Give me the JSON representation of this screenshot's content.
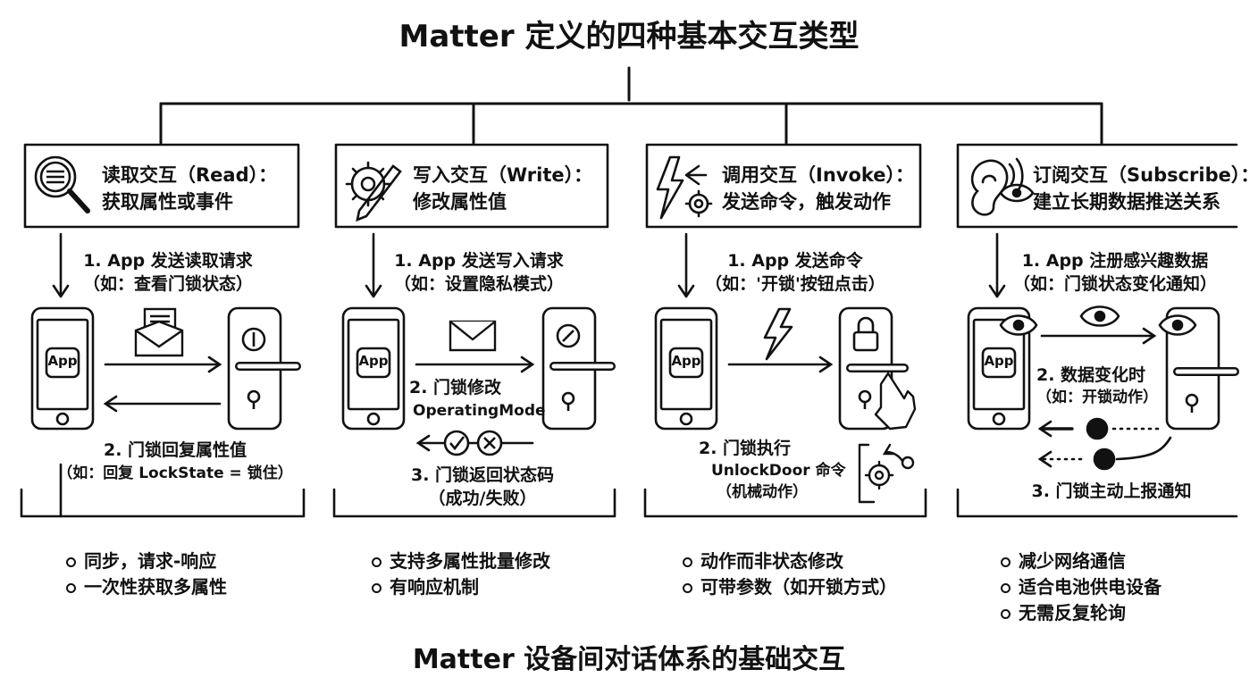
{
  "title": "Matter 定义的四种基本交互类型",
  "footer": "Matter 设备间对话体系的基础交互",
  "app_label": "App",
  "panels": [
    {
      "heading_line1": "读取交互（Read）：",
      "heading_line2": "获取属性或事件",
      "icon": "magnifier-list-icon",
      "step1_line1": "1. App 发送读取请求",
      "step1_line2": "（如：查看门锁状态）",
      "step2_line1": "2. 门锁回复属性值",
      "step2_line2": "（如：回复 LockState = 锁住）",
      "bullets": [
        "同步，请求-响应",
        "一次性获取多属性"
      ]
    },
    {
      "heading_line1": "写入交互（Write）：",
      "heading_line2": "修改属性值",
      "icon": "gear-pencil-icon",
      "step1_line1": "1. App 发送写入请求",
      "step1_line2": "（如：设置隐私模式）",
      "step2_line1": "2. 门锁修改",
      "step2_line2": "OperatingMode",
      "step3_line1": "3. 门锁返回状态码",
      "step3_line2": "（成功/失败）",
      "bullets": [
        "支持多属性批量修改",
        "有响应机制"
      ]
    },
    {
      "heading_line1": "调用交互（Invoke）：",
      "heading_line2": "发送命令，触发动作",
      "icon": "lightning-gear-icon",
      "step1_line1": "1. App 发送命令",
      "step1_line2": "（如：'开锁'按钮点击）",
      "step2_line1": "2. 门锁执行",
      "step2_line2": "UnlockDoor 命令",
      "step2_line3": "（机械动作）",
      "bullets": [
        "动作而非状态修改",
        "可带参数（如开锁方式）"
      ]
    },
    {
      "heading_line1": "订阅交互（Subscribe）：",
      "heading_line2": "建立长期数据推送关系",
      "icon": "ear-eye-icon",
      "step1_line1": "1. App 注册感兴趣数据",
      "step1_line2": "（如：门锁状态变化通知）",
      "step2_line1": "2. 数据变化时",
      "step2_line2": "（如：开锁动作）",
      "step3_line1": "3. 门锁主动上报通知",
      "bullets": [
        "减少网络通信",
        "适合电池供电设备",
        "无需反复轮询"
      ]
    }
  ]
}
